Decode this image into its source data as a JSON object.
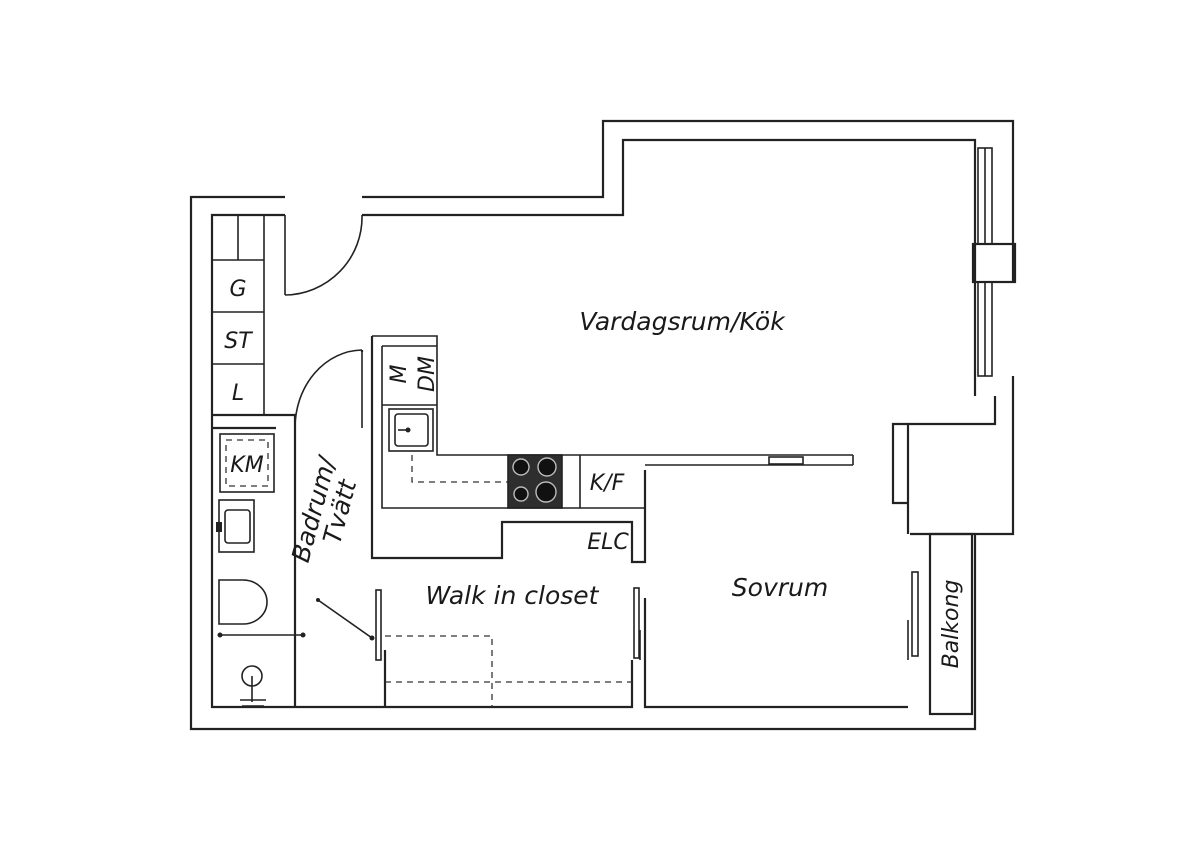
{
  "labels": {
    "living_kitchen": "Vardagsrum/Kök",
    "bedroom": "Sovrum",
    "walk_in_closet": "Walk in closet",
    "balcony": "Balkong",
    "bathroom_line1": "Badrum/",
    "bathroom_line2": "Tvätt",
    "wardrobe_g": "G",
    "wardrobe_st": "ST",
    "wardrobe_l": "L",
    "washing_machine": "KM",
    "microwave": "M",
    "dishwasher": "DM",
    "fridge_freezer": "K/F",
    "electrical_cabinet": "ELC"
  }
}
